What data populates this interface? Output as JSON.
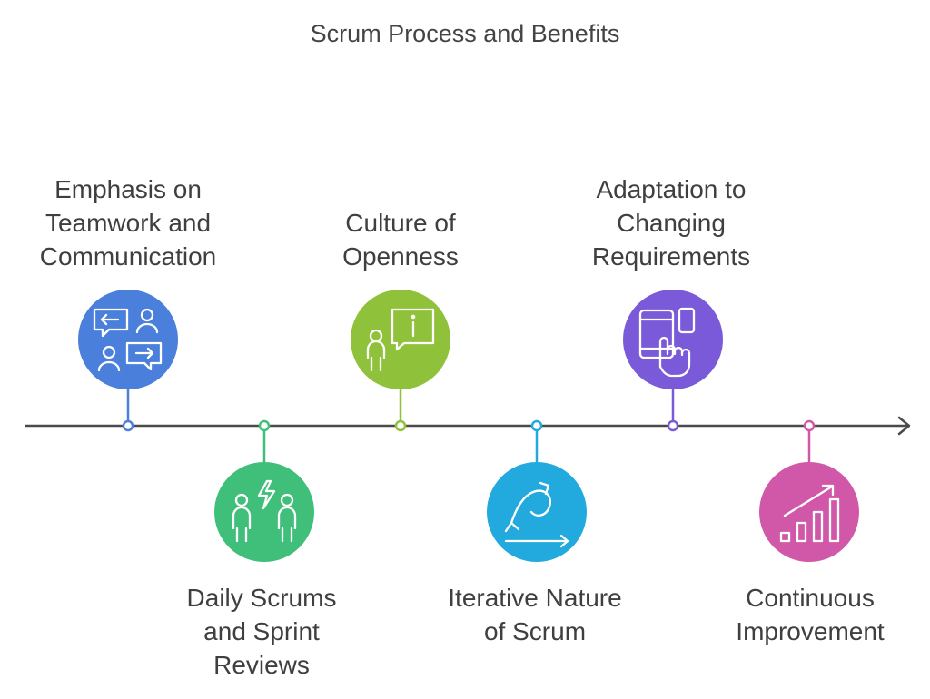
{
  "title": "Scrum Process and Benefits",
  "colors": {
    "axis": "#4a4a4a",
    "blue": "#4a7fdc",
    "green": "#3fbf7a",
    "lime": "#8fc13a",
    "cyan": "#22a9dd",
    "purple": "#7a5ad8",
    "magenta": "#d158a8"
  },
  "milestones": [
    {
      "id": "teamwork",
      "label_lines": [
        "Emphasis on",
        "Teamwork and",
        "Communication"
      ],
      "icon": "chat-people-icon",
      "color": "#4a7fdc"
    },
    {
      "id": "daily-scrums",
      "label_lines": [
        "Daily Scrums",
        "and Sprint",
        "Reviews"
      ],
      "icon": "people-lightning-icon",
      "color": "#3fbf7a"
    },
    {
      "id": "openness",
      "label_lines": [
        "Culture of",
        "Openness"
      ],
      "icon": "person-info-icon",
      "color": "#8fc13a"
    },
    {
      "id": "iterative",
      "label_lines": [
        "Iterative Nature",
        "of Scrum"
      ],
      "icon": "loop-arrow-icon",
      "color": "#22a9dd"
    },
    {
      "id": "adaptation",
      "label_lines": [
        "Adaptation to",
        "Changing",
        "Requirements"
      ],
      "icon": "devices-hand-icon",
      "color": "#7a5ad8"
    },
    {
      "id": "improvement",
      "label_lines": [
        "Continuous",
        "Improvement"
      ],
      "icon": "growth-chart-icon",
      "color": "#d158a8"
    }
  ]
}
